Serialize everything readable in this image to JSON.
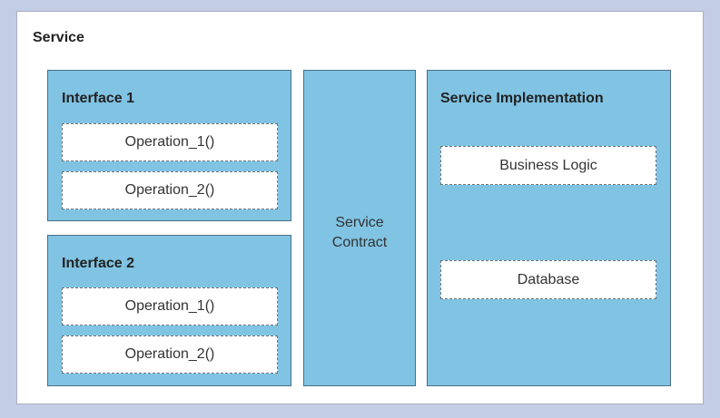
{
  "service": {
    "title": "Service"
  },
  "interfaces": [
    {
      "title": "Interface 1",
      "operations": [
        "Operation_1()",
        "Operation_2()"
      ]
    },
    {
      "title": "Interface 2",
      "operations": [
        "Operation_1()",
        "Operation_2()"
      ]
    }
  ],
  "contract": {
    "line1": "Service",
    "line2": "Contract"
  },
  "implementation": {
    "title": "Service Implementation",
    "components": [
      "Business Logic",
      "Database"
    ]
  },
  "colors": {
    "box_fill": "#80c3e3",
    "box_border": "#4a6f86",
    "background": "#c3cde6"
  }
}
